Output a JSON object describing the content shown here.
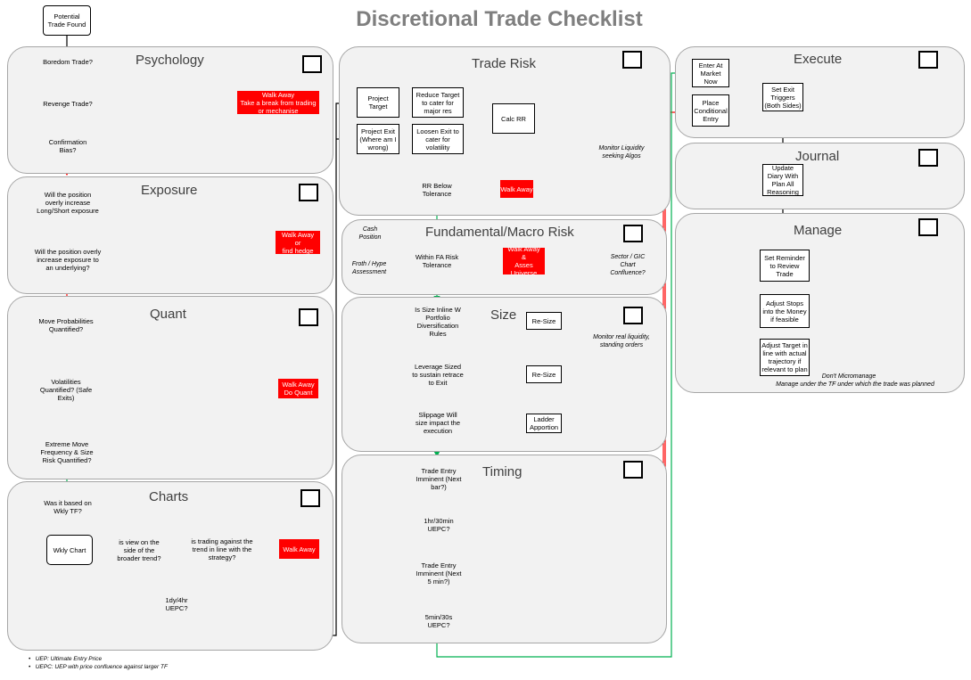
{
  "title": "Discretional Trade Checklist",
  "start": "Potential Trade Found",
  "sections": {
    "psychology": "Psychology",
    "exposure": "Exposure",
    "quant": "Quant",
    "charts": "Charts",
    "trade_risk": "Trade Risk",
    "fundamental": "Fundamental/Macro Risk",
    "size": "Size",
    "timing": "Timing",
    "execute": "Execute",
    "journal": "Journal",
    "manage": "Manage"
  },
  "psychology": {
    "boredom": "Boredom Trade?",
    "revenge": "Revenge Trade?",
    "confirmation": "Confirmation Bias?",
    "walk_away": "Walk Away\nTake a break from trading or mechanise"
  },
  "exposure": {
    "q1": "Will the position overly increase Long/Short exposure",
    "q2": "Will the position overly increase exposure to an underlying?",
    "walk_away": "Walk Away\nor\nfind hedge"
  },
  "quant": {
    "q1": "Move Probabilities Quantified?",
    "q2": "Volatilities Quantified? (Safe Exits)",
    "q3": "Extreme Move Frequency & Size Risk Quantified?",
    "walk_away": "Walk Away\nDo Quant"
  },
  "charts": {
    "q1": "Was it based on Wkly TF?",
    "wkly": "Wkly Chart",
    "q2": "is view on the side of the broader trend?",
    "q3": "is trading against the trend in line with the strategy?",
    "q4": "1dy/4hr UEPC?",
    "walk_away": "Walk Away"
  },
  "trade_risk": {
    "project_target": "Project Target",
    "reduce_target": "Reduce Target to cater for major res",
    "project_exit": "Project Exit (Where am I wrong)",
    "loosen_exit": "Loosen Exit to cater for volatility",
    "calc_rr": "Calc RR",
    "rr_below": "RR Below Tolerance",
    "walk_away": "Walk Away",
    "note": "Monitor Liquidity seeking Algos"
  },
  "fundamental": {
    "q1": "Within FA Risk Tolerance",
    "walk_away": "Walk Away\n&\nAsses Universe",
    "note_cash": "Cash Position",
    "note_froth": "Froth / Hype Assessment",
    "note_sector": "Sector / GIC Chart Confluence?"
  },
  "size": {
    "q1": "Is Size Inline W Portfolio Diversification Rules",
    "resize1": "Re-Size",
    "q2": "Leverage Sized to sustain retrace to Exit",
    "resize2": "Re-Size",
    "q3": "Slippage Will size impact the execution",
    "ladder": "Ladder Apportion",
    "note": "Monitor real liquidity, standing orders"
  },
  "timing": {
    "q1": "Trade Entry Imminent (Next bar?)",
    "q2": "1hr/30min UEPC?",
    "q3": "Trade Entry Imminent (Next 5 min?)",
    "q4": "5min/30s UEPC?"
  },
  "execute": {
    "enter": "Enter At Market Now",
    "place": "Place Conditional Entry",
    "set": "Set Exit Triggers (Both Sides)"
  },
  "journal": {
    "update": "Update Diary With Plan All Reasoning"
  },
  "manage": {
    "reminder": "Set Reminder to Review Trade",
    "adjust_stops": "Adjust Stops into the Money if feasible",
    "adjust_target": "Adjust Target in line with actual trajectory if relevant to plan",
    "note1": "Don't Micromanage",
    "note2": "Manage under the TF under which the trade was planned"
  },
  "legend": [
    "UEP: Ultimate Entry Price",
    "UEPC: UEP with price confluence against larger TF"
  ],
  "colors": {
    "red": "#ff0000",
    "green": "#00b050",
    "black": "#000000",
    "panel": "#f2f2f2",
    "title": "#7f7f7f"
  }
}
